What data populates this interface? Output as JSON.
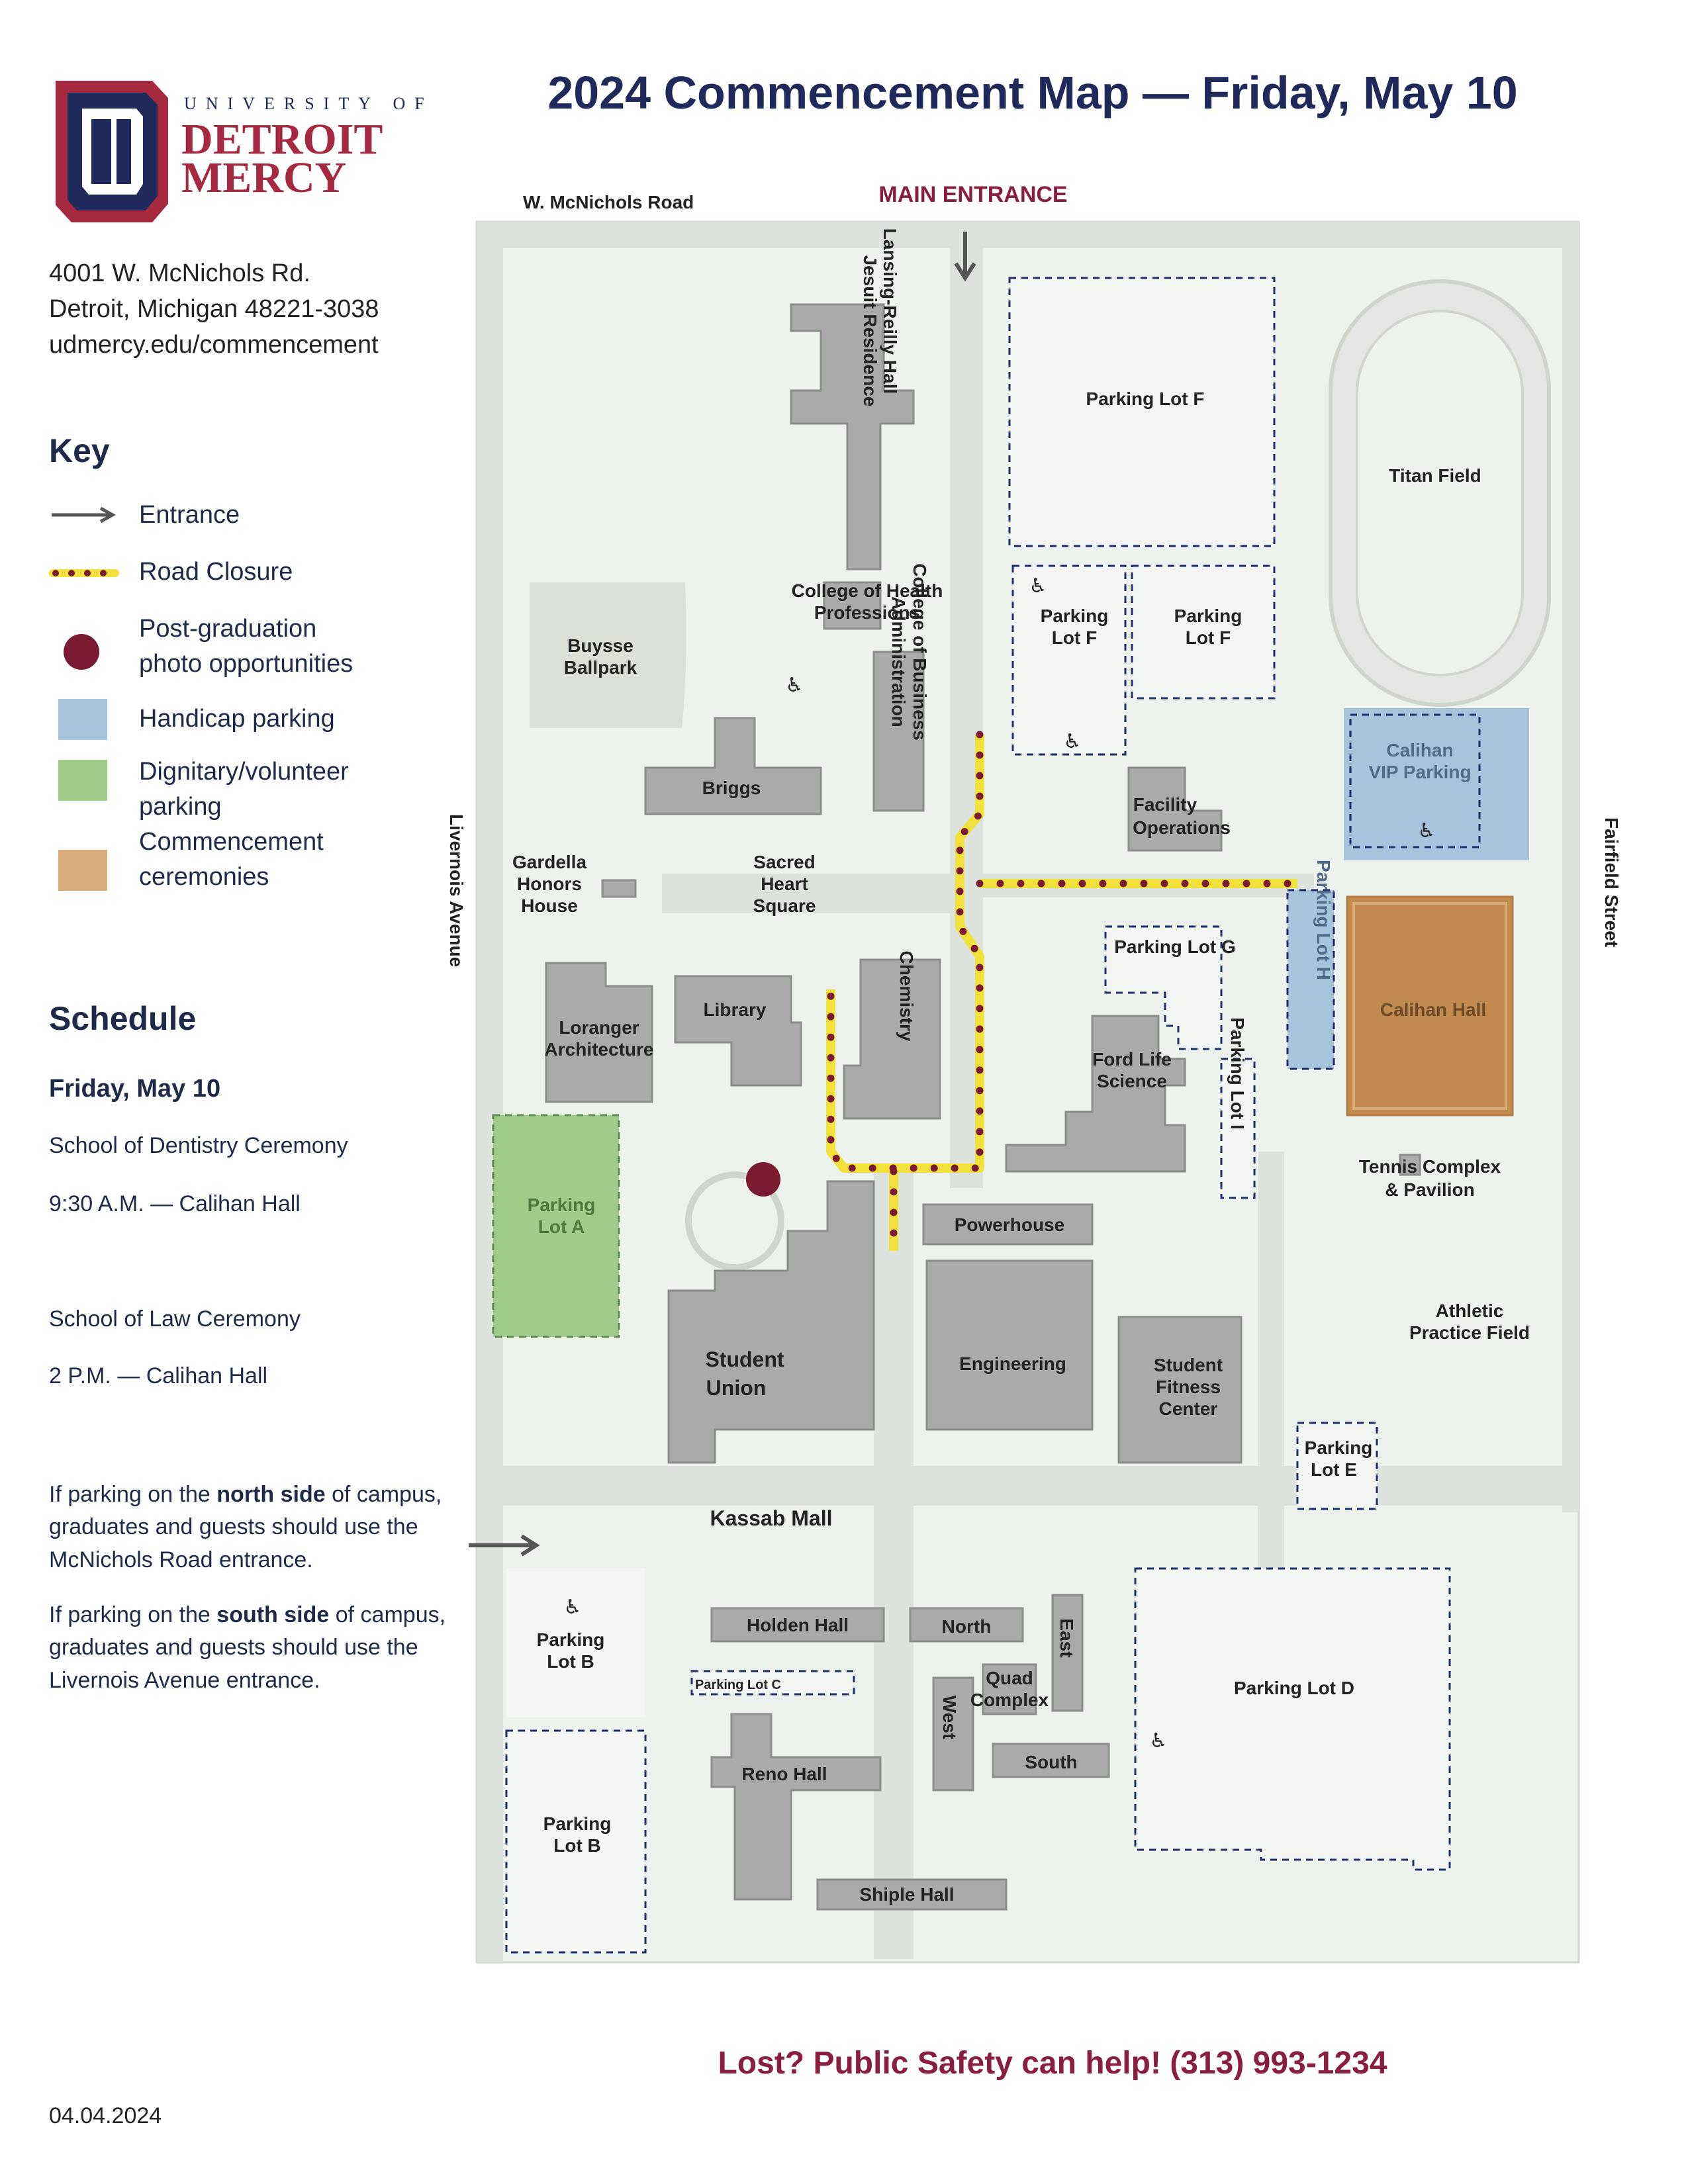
{
  "brand": {
    "univ_line": "UNIVERSITY OF",
    "name_line1": "DETROIT",
    "name_line2": "MERCY"
  },
  "address": {
    "line1": "4001 W. McNichols Rd.",
    "line2": "Detroit, Michigan 48221-3038",
    "line3": "udmercy.edu/commencement"
  },
  "title": "2024 Commencement Map — Friday, May 10",
  "key": {
    "heading": "Key",
    "items": [
      {
        "label": "Entrance",
        "icon": "arrow-right-icon"
      },
      {
        "label": "Road Closure",
        "icon": "road-closure-line"
      },
      {
        "label": "Post-graduation",
        "label2": "photo opportunities",
        "icon": "photo-spot-dot",
        "color": "#7a1b33"
      },
      {
        "label": "Handicap parking",
        "color": "#a7c3dd"
      },
      {
        "label": "Dignitary/volunteer",
        "label2": "parking",
        "color": "#9fcb8b"
      },
      {
        "label": "Commencement",
        "label2": "ceremonies",
        "color": "#d7ad7c"
      }
    ]
  },
  "schedule": {
    "heading": "Schedule",
    "day": "Friday, May 10",
    "event1": "School of Dentistry Ceremony",
    "time1": "9:30 A.M. — Calihan Hall",
    "event2": "School of Law Ceremony",
    "time2": "2 P.M. — Calihan Hall"
  },
  "notes": {
    "north_pre": "If parking on the ",
    "north_bold": "north side",
    "north_post": " of campus, graduates and guests should use the McNichols Road entrance.",
    "south_pre": "If parking on the ",
    "south_bold": "south side",
    "south_post": " of campus, graduates and guests should use the Livernois Avenue entrance."
  },
  "map": {
    "streets": {
      "north": "W. McNichols Road",
      "west": "Livernois  Avenue",
      "east": "Fairfield Street"
    },
    "main_entrance": "MAIN ENTRANCE",
    "labels": {
      "lansing": [
        "Lansing-Reilly Hall",
        "Jesuit Residence"
      ],
      "health": [
        "College of Health",
        "Professions"
      ],
      "business": [
        "College of Business",
        "Administration"
      ],
      "buysse": [
        "Buysse",
        "Ballpark"
      ],
      "briggs": "Briggs",
      "gardella": [
        "Gardella",
        "Honors",
        "House"
      ],
      "sacred": [
        "Sacred",
        "Heart",
        "Square"
      ],
      "loranger": [
        "Loranger",
        "Architecture"
      ],
      "library": "Library",
      "chemistry": "Chemistry",
      "lot_a": [
        "Parking",
        "Lot A"
      ],
      "student_union": [
        "Student",
        "Union"
      ],
      "powerhouse": "Powerhouse",
      "engineering": "Engineering",
      "fitness": [
        "Student",
        "Fitness",
        "Center"
      ],
      "kassab": "Kassab Mall",
      "holden": "Holden Hall",
      "north": "North",
      "east": "East",
      "quad": [
        "Quad",
        "Complex"
      ],
      "west": "West",
      "south": "South",
      "reno": "Reno Hall",
      "shiple": "Shiple Hall",
      "lot_b1": [
        "Parking",
        "Lot B"
      ],
      "lot_b2": [
        "Parking",
        "Lot B"
      ],
      "lot_c": "Parking Lot C",
      "lot_d": "Parking Lot D",
      "lot_e": [
        "Parking",
        "Lot E"
      ],
      "lot_f_big": "Parking Lot F",
      "lot_f1": [
        "Parking",
        "Lot F"
      ],
      "lot_f2": [
        "Parking",
        "Lot F"
      ],
      "lot_g": "Parking Lot G",
      "lot_h": "Parking Lot H",
      "lot_i": "Parking Lot I",
      "titan": "Titan Field",
      "vip": [
        "Calihan",
        "VIP Parking"
      ],
      "facility": [
        "Facility",
        "Operations"
      ],
      "ford": [
        "Ford Life",
        "Science"
      ],
      "calihan": "Calihan Hall",
      "tennis": [
        "Tennis Complex",
        "& Pavilion"
      ],
      "athletic": [
        "Athletic",
        "Practice Field"
      ]
    }
  },
  "footer": {
    "help": "Lost? Public Safety can help! (313) 993-1234",
    "date": "04.04.2024"
  }
}
